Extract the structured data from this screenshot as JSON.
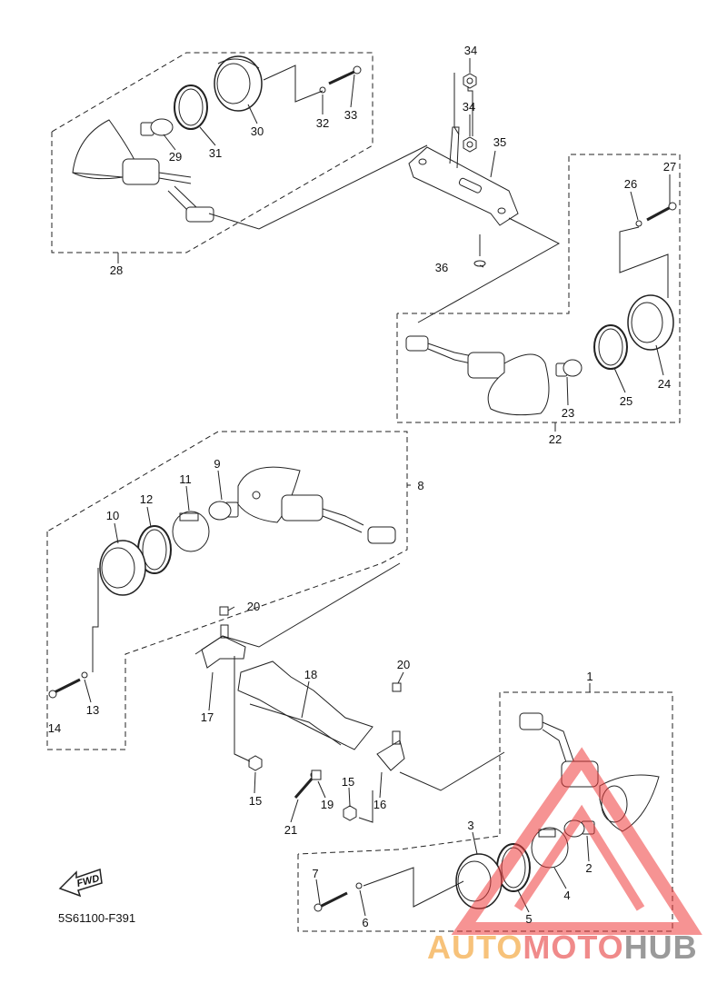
{
  "diagram": {
    "code": "5S61100-F391",
    "fwd_label": "FWD",
    "callouts": [
      "1",
      "2",
      "3",
      "4",
      "5",
      "6",
      "7",
      "8",
      "9",
      "10",
      "11",
      "12",
      "13",
      "14",
      "15",
      "16",
      "17",
      "18",
      "19",
      "20",
      "21",
      "22",
      "23",
      "24",
      "25",
      "26",
      "27",
      "28",
      "29",
      "30",
      "31",
      "32",
      "33",
      "34",
      "35",
      "36"
    ]
  },
  "watermark": {
    "part1": "AUTO",
    "part2": "MOTO",
    "part3": "HUB"
  },
  "colors": {
    "line": "#222222",
    "watermark_triangle": "#ee3b3b"
  }
}
